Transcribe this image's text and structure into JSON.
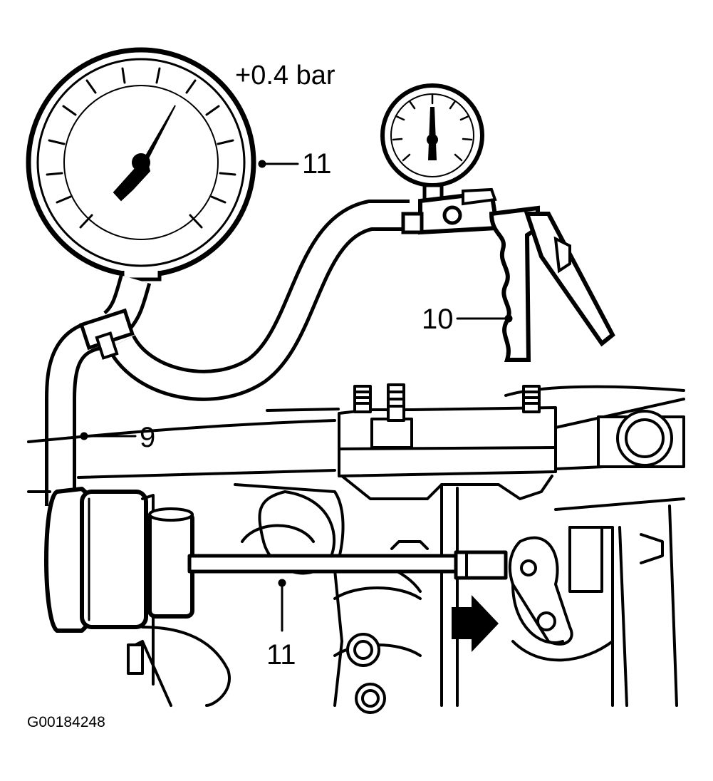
{
  "figure_code": "G00184248",
  "pressure_reading": "+0.4 bar",
  "callouts": {
    "gauge_large": "11",
    "vacuum_pump": "10",
    "hose": "9",
    "actuator_rod": "11"
  },
  "colors": {
    "ink": "#000000",
    "paper": "#ffffff"
  },
  "icons": {
    "direction_arrow": "arrow-right-icon"
  }
}
